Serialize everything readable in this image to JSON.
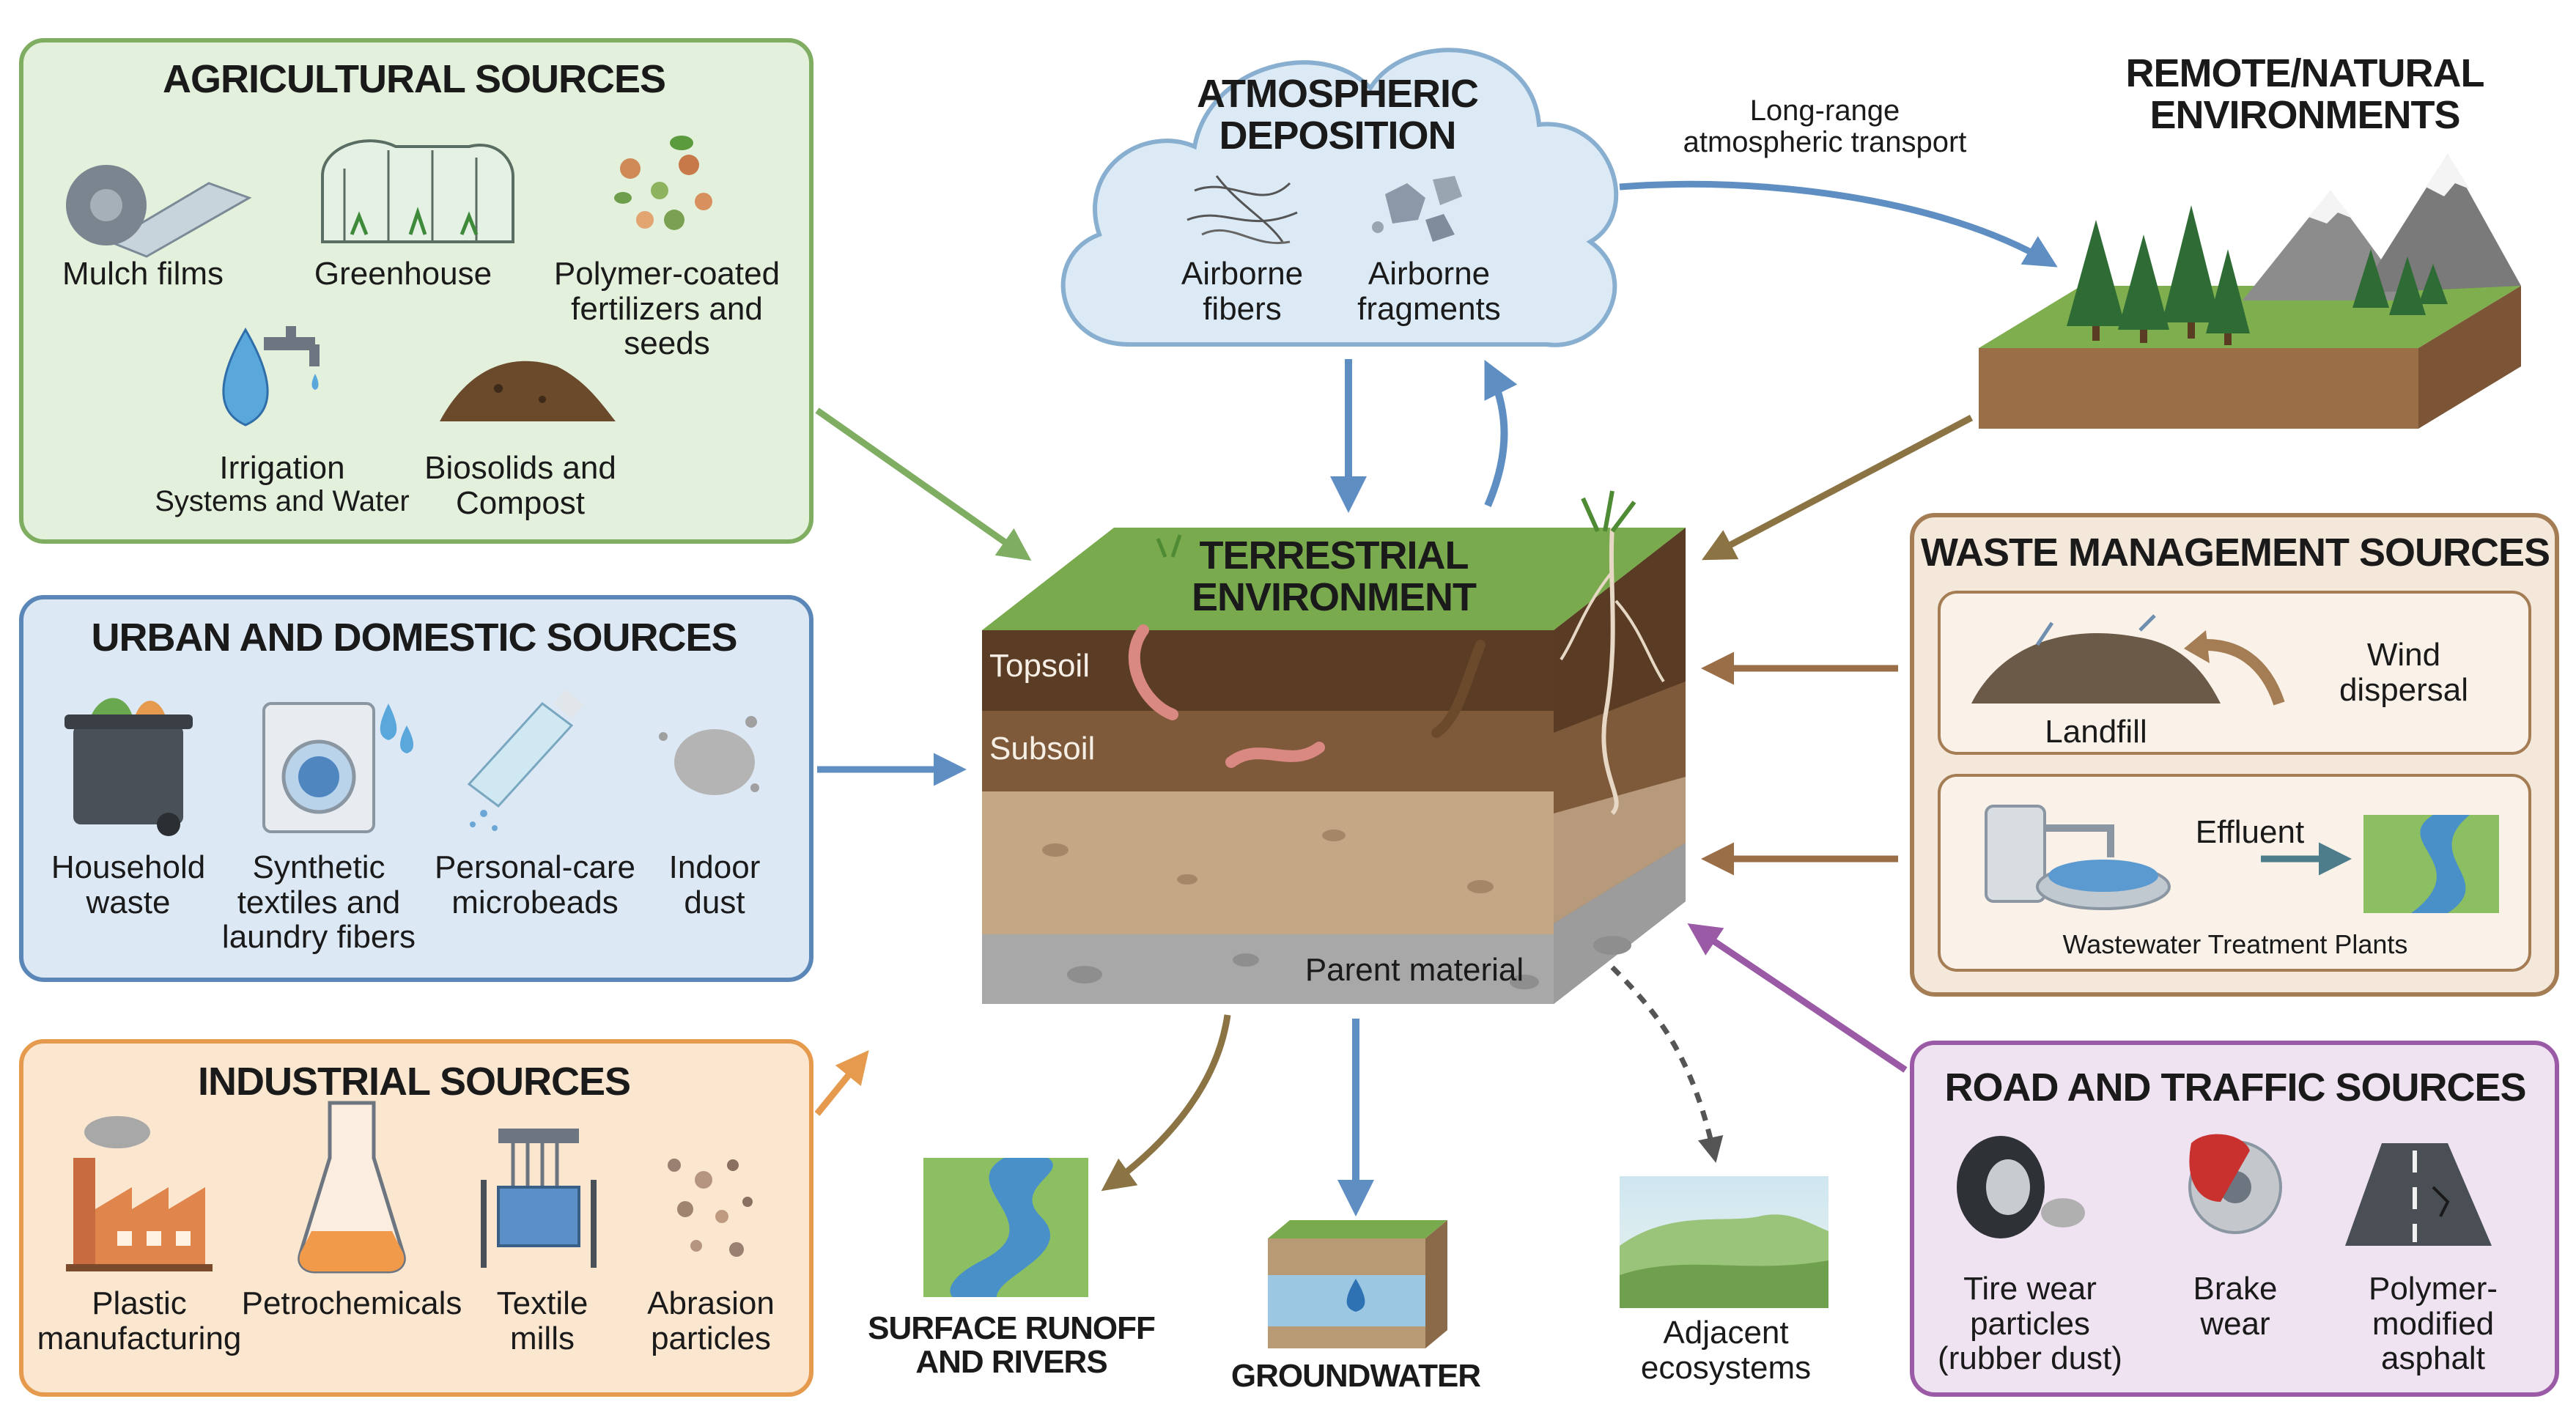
{
  "agricultural": {
    "title": "AGRICULTURAL SOURCES",
    "mulch": "Mulch films",
    "greenhouse": "Greenhouse",
    "polymer_l1": "Polymer-coated",
    "polymer_l2": "fertilizers and",
    "polymer_l3": "seeds",
    "irrigation_l1": "Irrigation",
    "irrigation_l2": "Systems and Water",
    "biosolids_l1": "Biosolids and",
    "biosolids_l2": "Compost"
  },
  "urban": {
    "title": "URBAN AND DOMESTIC SOURCES",
    "household_l1": "Household",
    "household_l2": "waste",
    "synthetic_l1": "Synthetic",
    "synthetic_l2": "textiles and",
    "synthetic_l3": "laundry fibers",
    "personal_l1": "Personal-care",
    "personal_l2": "microbeads",
    "indoor_l1": "Indoor",
    "indoor_l2": "dust"
  },
  "industrial": {
    "title": "INDUSTRIAL SOURCES",
    "plastic_l1": "Plastic",
    "plastic_l2": "manufacturing",
    "petro": "Petrochemicals",
    "textile_l1": "Textile",
    "textile_l2": "mills",
    "abrasion_l1": "Abrasion",
    "abrasion_l2": "particles"
  },
  "atmospheric": {
    "title_l1": "ATMOSPHERIC",
    "title_l2": "DEPOSITION",
    "fibers_l1": "Airborne",
    "fibers_l2": "fibers",
    "fragments_l1": "Airborne",
    "fragments_l2": "fragments"
  },
  "transport": {
    "l1": "Long-range",
    "l2": "atmospheric transport"
  },
  "remote": {
    "title_l1": "REMOTE/NATURAL",
    "title_l2": "ENVIRONMENTS"
  },
  "terrestrial": {
    "title_l1": "TERRESTRIAL",
    "title_l2": "ENVIRONMENT",
    "topsoil": "Topsoil",
    "subsoil": "Subsoil",
    "parent": "Parent material"
  },
  "waste": {
    "title": "WASTE MANAGEMENT SOURCES",
    "landfill": "Landfill",
    "wind_l1": "Wind",
    "wind_l2": "dispersal",
    "effluent": "Effluent",
    "wwtp": "Wastewater Treatment Plants"
  },
  "road": {
    "title": "ROAD AND TRAFFIC SOURCES",
    "tire_l1": "Tire wear",
    "tire_l2": "particles",
    "tire_l3": "(rubber dust)",
    "brake_l1": "Brake",
    "brake_l2": "wear",
    "asphalt_l1": "Polymer-",
    "asphalt_l2": "modified",
    "asphalt_l3": "asphalt"
  },
  "outputs": {
    "runoff_l1": "SURFACE RUNOFF",
    "runoff_l2": "AND RIVERS",
    "groundwater": "GROUNDWATER",
    "adjacent_l1": "Adjacent",
    "adjacent_l2": "ecosystems"
  },
  "colors": {
    "agri": "#7fae62",
    "urban": "#5a86b8",
    "industrial": "#e59a4e",
    "waste": "#a47d55",
    "road": "#9a5aa5",
    "atmo": "#5f8fc2"
  }
}
